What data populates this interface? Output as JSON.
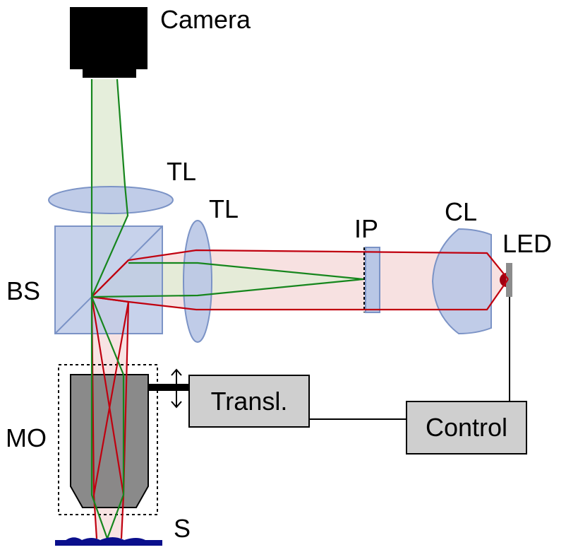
{
  "labels": {
    "camera": "Camera",
    "tube_lens_top": "TL",
    "tube_lens_side": "TL",
    "image_plane": "IP",
    "collector_lens": "CL",
    "led": "LED",
    "beam_splitter": "BS",
    "objective": "MO",
    "sample": "S",
    "translation_box": "Transl.",
    "control_box": "Control"
  },
  "colors": {
    "optic_fill": "#b9c7e6",
    "optic_stroke": "#7b93c6",
    "red_ray": "#c0000f",
    "green_ray": "#16861d",
    "red_beam_fill": "#f6dcdc",
    "green_beam_fill": "#e2ecd7",
    "objective_fill": "#808080",
    "box_fill": "#cfcfcf",
    "sample_color": "#0a0f8c"
  }
}
